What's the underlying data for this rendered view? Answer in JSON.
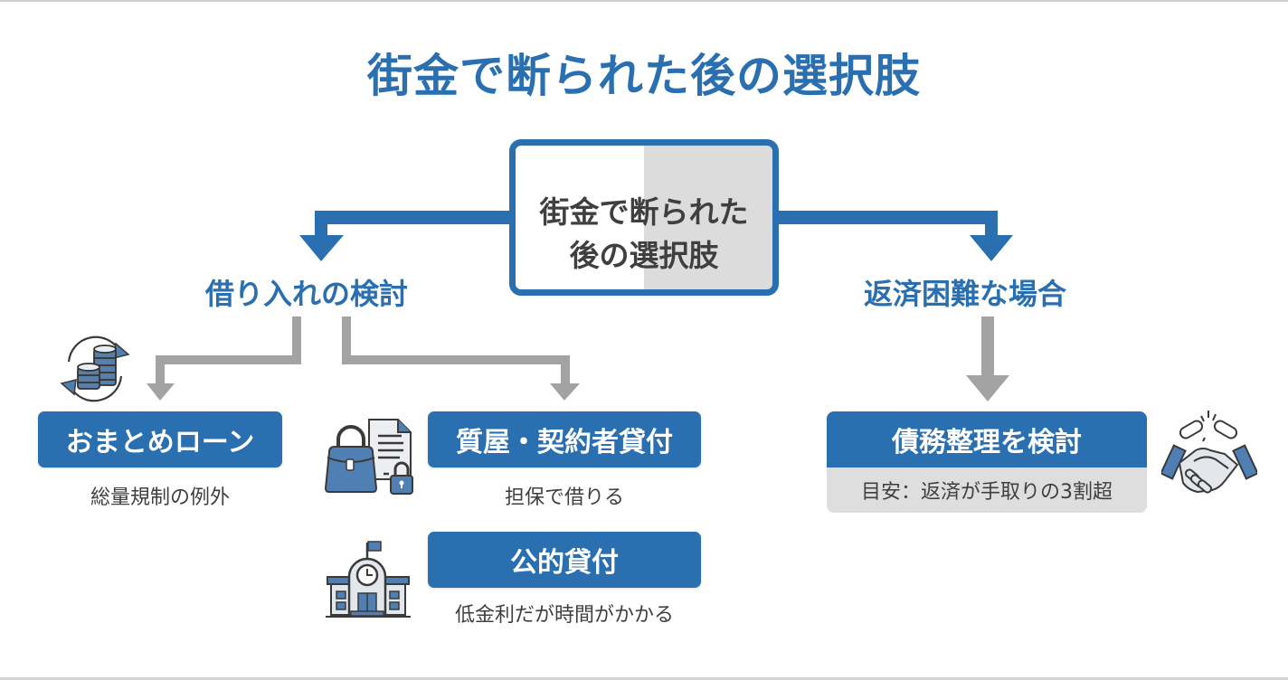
{
  "title": "街金で断られた後の選択肢",
  "center": {
    "line1": "街金で断られた",
    "line2": "後の選択肢"
  },
  "branches": {
    "left": {
      "label": "借り入れの検討"
    },
    "right": {
      "label": "返済困難な場合"
    }
  },
  "options": [
    {
      "label": "おまとめローン",
      "description": "総量規制の例外",
      "icon": "coins-exchange-icon"
    },
    {
      "label": "質屋・契約者貸付",
      "description": "担保で借りる",
      "icon": "bag-document-lock-icon"
    },
    {
      "label": "公的貸付",
      "description": "低金利だが時間がかかる",
      "icon": "public-building-icon"
    }
  ],
  "debt": {
    "label": "債務整理を検討",
    "note": "目安：返済が手取りの3割超",
    "icon": "broken-chain-handshake-icon"
  },
  "colors": {
    "primary": "#2a6fb0",
    "connector_gray": "#a3a3a3",
    "text_dark": "#3f3f3f",
    "panel_gray": "#dedede"
  }
}
